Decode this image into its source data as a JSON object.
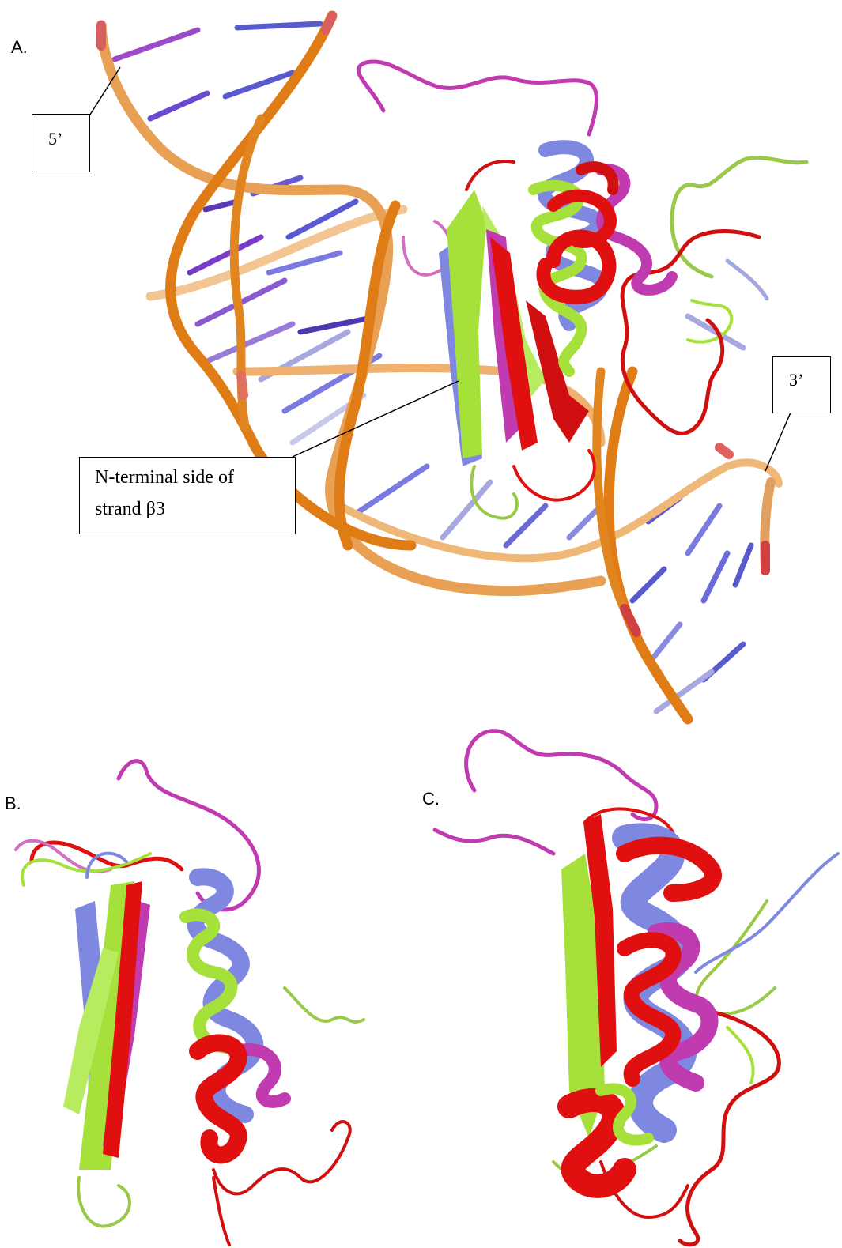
{
  "panels": {
    "a": {
      "letter": "A."
    },
    "b": {
      "letter": "B."
    },
    "c": {
      "letter": "C."
    }
  },
  "labels": {
    "five_prime": "5’",
    "three_prime": "3’",
    "strand_line1": "N-terminal side of",
    "strand_line2": "strand β3"
  },
  "colors": {
    "dna_backbone": "#e0801a",
    "dna_backbone_light": "#efb070",
    "dna_base_blue": "#5a5ad0",
    "dna_base_violet": "#8a3fd0",
    "structure_red": "#e01010",
    "structure_green": "#a6e03a",
    "structure_blue": "#7f88e0",
    "structure_magenta": "#c03ab0"
  }
}
